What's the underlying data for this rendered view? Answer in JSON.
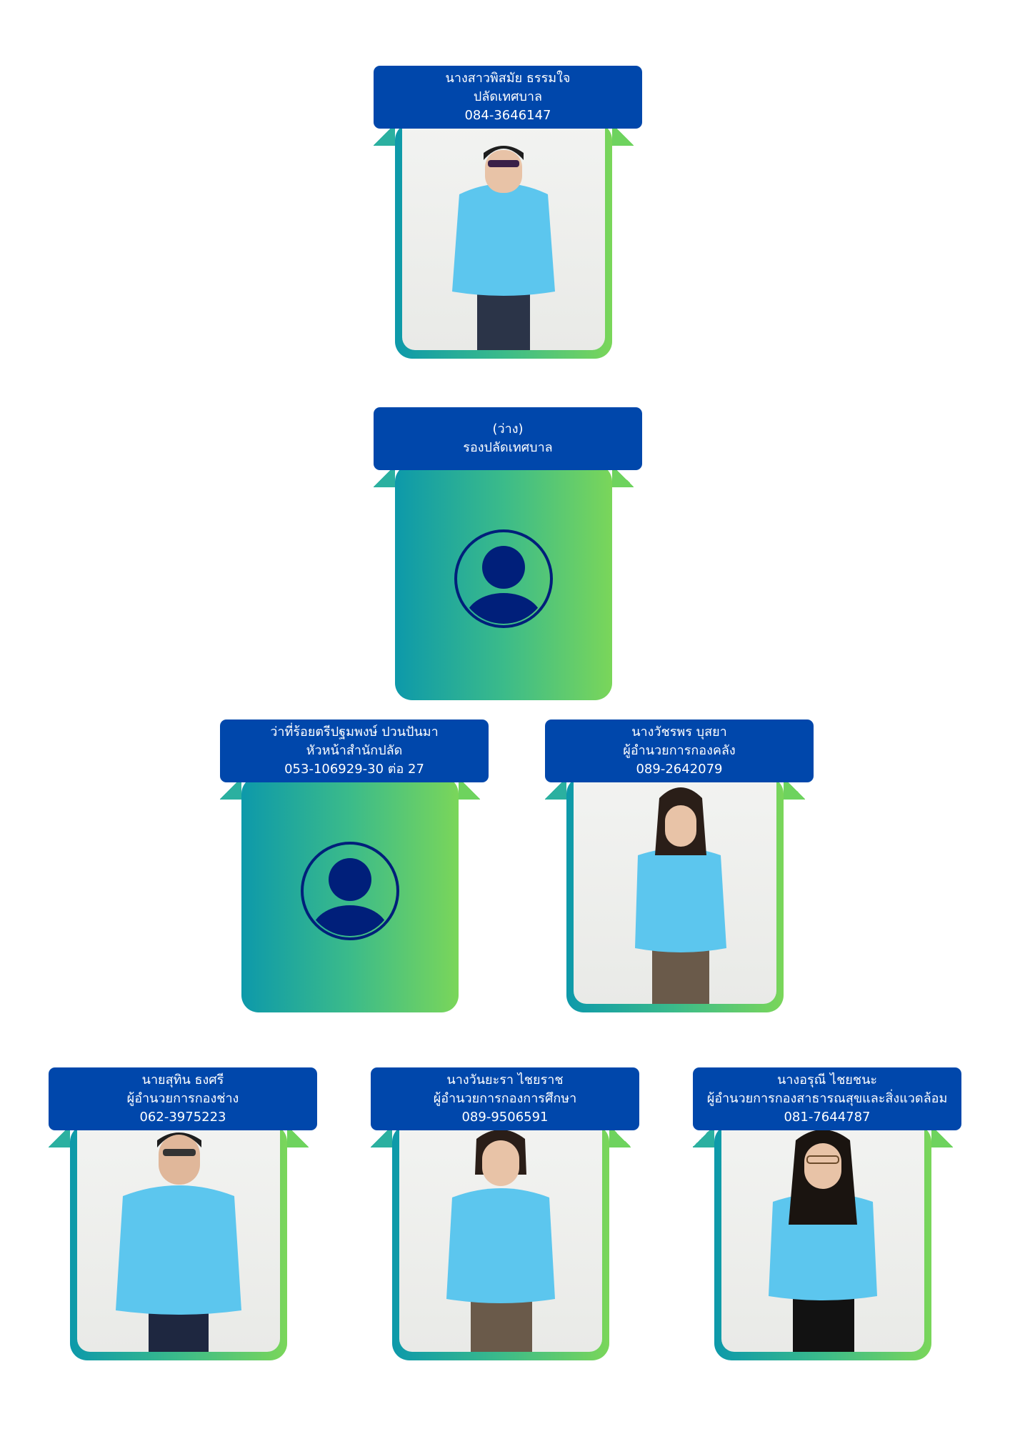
{
  "chief": {
    "name": "นางสาวพิสมัย  ธรรมใจ",
    "position": "ปลัดเทศบาล",
    "phone": "084-3646147"
  },
  "deputy": {
    "name": "(ว่าง)",
    "position": "รองปลัดเทศบาล"
  },
  "office_head": {
    "name": "ว่าที่ร้อยตรีปฐมพงษ์  ปวนปันมา",
    "position": "หัวหน้าสำนักปลัด",
    "phone": "053-106929-30 ต่อ 27"
  },
  "finance": {
    "name": "นางวัชรพร  บุสยา",
    "position": "ผู้อำนวยการกองคลัง",
    "phone": "089-2642079"
  },
  "engineering": {
    "name": "นายสุทิน  ธงศรี",
    "position": "ผู้อำนวยการกองช่าง",
    "phone": "062-3975223"
  },
  "education": {
    "name": "นางวันยะรา  ไชยราช",
    "position": "ผู้อำนวยการกองการศึกษา",
    "phone": "089-9506591"
  },
  "public_health": {
    "name": "นางอรุณี  ไชยชนะ",
    "position": "ผู้อำนวยการกองสาธารณสุขและสิ่งแวดล้อม",
    "phone": "081-7644787"
  },
  "colors": {
    "header_bg": "#0047ab",
    "gradient_start": "#0d99aa",
    "gradient_end": "#7ad65a",
    "avatar": "#001f7a",
    "shirt": "#5cc6ee"
  },
  "icons": {
    "vacant_avatar": "user-circle-icon"
  }
}
